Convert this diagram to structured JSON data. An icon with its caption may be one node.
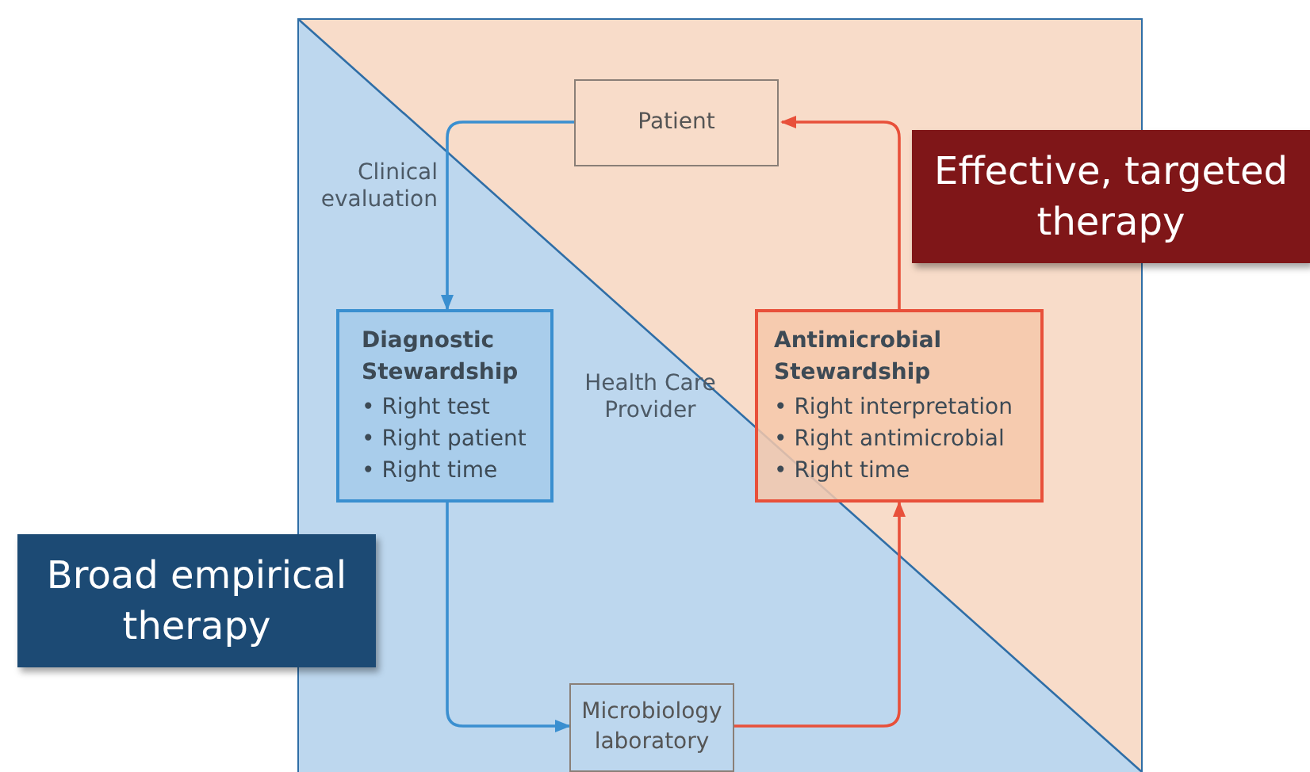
{
  "diagram": {
    "nodes": [
      {
        "text": [
          "Patient"
        ]
      },
      {
        "text": [
          "Diagnostic Stewardship",
          "• Right test",
          "• Right patient",
          "• Right time"
        ]
      },
      {
        "text": [
          "Antimicrobial Stewardship",
          "• Right interpretation",
          "• Right antimicrobial",
          "• Right time"
        ]
      },
      {
        "text": [
          "Microbiology laboratory"
        ]
      },
      {
        "text": [
          "Effective, targeted therapy"
        ]
      },
      {
        "text": [
          "Broad empirical therapy"
        ]
      }
    ],
    "edges": [
      {
        "from": 0,
        "to": 1,
        "arrow": "to",
        "color": "#3a8fd0"
      },
      {
        "from": 1,
        "to": 3,
        "arrow": "to",
        "color": "#3a8fd0"
      },
      {
        "from": 3,
        "to": 2,
        "arrow": "to",
        "color": "#e8503a"
      },
      {
        "from": 2,
        "to": 0,
        "arrow": "to",
        "color": "#e8503a"
      }
    ],
    "labels": [
      "Clinical evaluation",
      "Health Care Provider"
    ]
  }
}
